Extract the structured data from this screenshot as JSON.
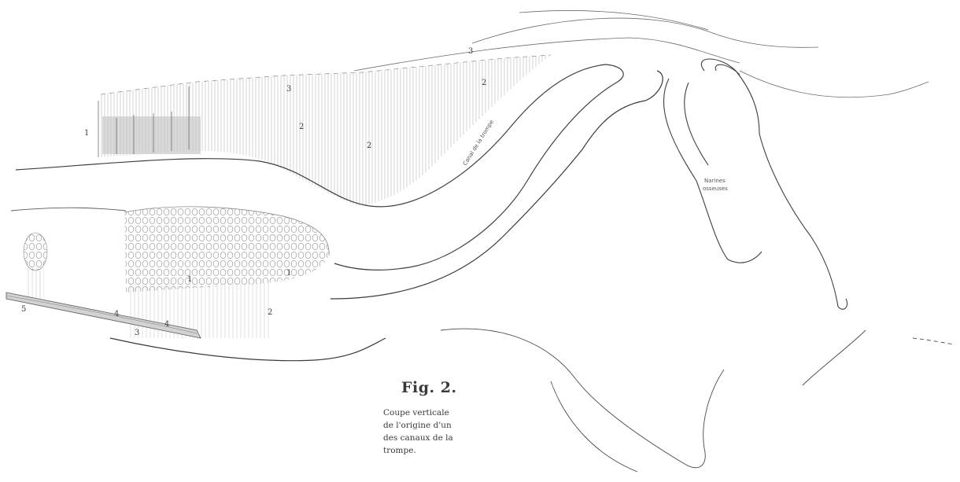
{
  "figure": {
    "title": "Fig. 2.",
    "caption_lines": [
      "Coupe verticale",
      "de l'origine d'un",
      "des canaux de la",
      "trompe."
    ]
  },
  "labels": {
    "canal": "Canal de la trompe",
    "narines_1": "Narines",
    "narines_2": "osseuses",
    "n3_top": "3",
    "n2_top": "2",
    "n3_left": "3",
    "n2_left": "2",
    "n2_center": "2",
    "n1_left": "1",
    "n1_cells": "1",
    "n2_lower": "2",
    "n4_a": "4",
    "n4_b": "4",
    "n5": "5",
    "n3_bottom": "3",
    "n1_right": "1"
  },
  "colors": {
    "ink": "#3a3a3a",
    "hatch": "#9a9a9a",
    "paper": "#ffffff"
  }
}
